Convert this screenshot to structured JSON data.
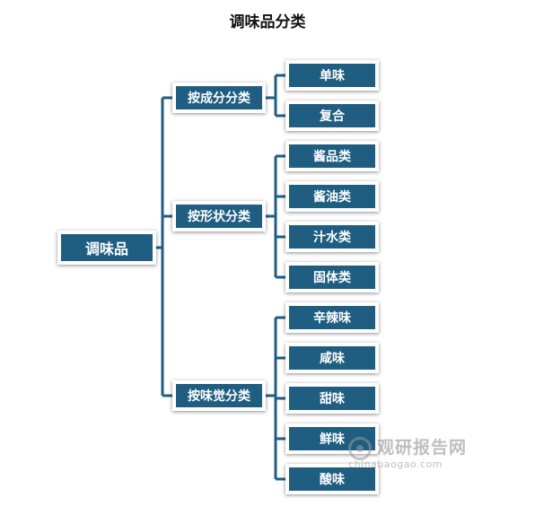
{
  "title": "调味品分类",
  "root": "调味品",
  "categories": [
    {
      "label": "按成分分类",
      "items": [
        "单味",
        "复合"
      ]
    },
    {
      "label": "按形状分类",
      "items": [
        "酱品类",
        "酱油类",
        "汁水类",
        "固体类"
      ]
    },
    {
      "label": "按味觉分类",
      "items": [
        "辛辣味",
        "咸味",
        "甜味",
        "鲜味",
        "酸味"
      ]
    }
  ],
  "watermark": {
    "name": "观研报告网",
    "url": "chinabaogao.com"
  },
  "colors": {
    "node_fill": "#1f5e80",
    "connector": "#1f5e80"
  }
}
